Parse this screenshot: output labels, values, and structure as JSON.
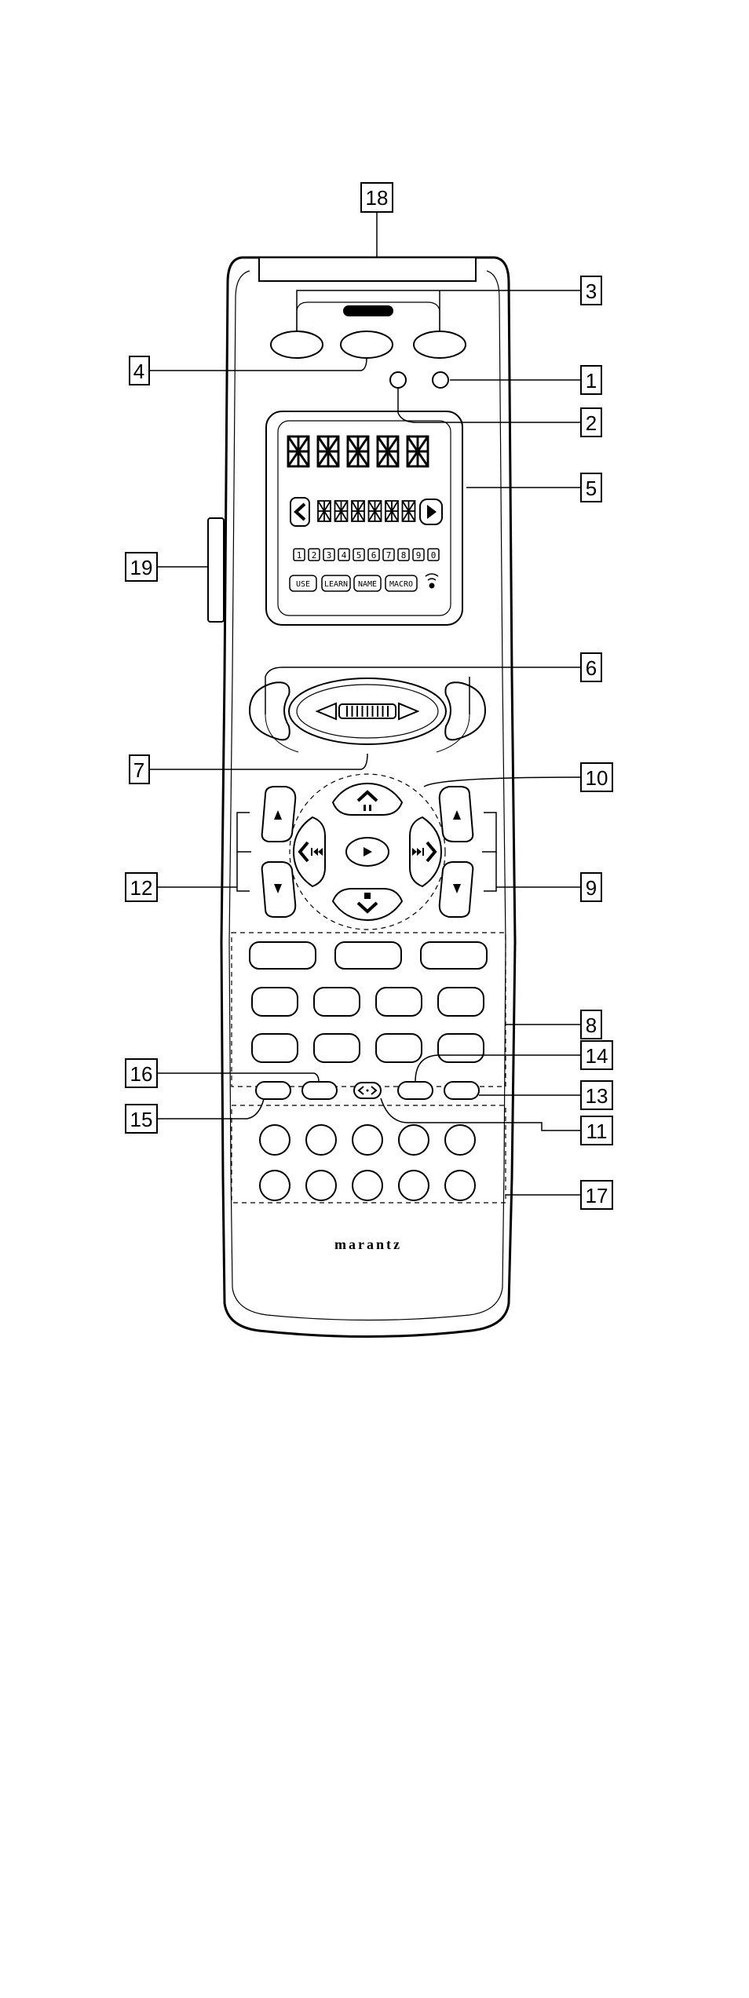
{
  "callouts": {
    "c1": "1",
    "c2": "2",
    "c3": "3",
    "c4": "4",
    "c5": "5",
    "c6": "6",
    "c7": "7",
    "c8": "8",
    "c9": "9",
    "c10": "10",
    "c11": "11",
    "c12": "12",
    "c13": "13",
    "c14": "14",
    "c15": "15",
    "c16": "16",
    "c17": "17",
    "c18": "18",
    "c19": "19"
  },
  "lcd": {
    "mode_buttons": [
      "USE",
      "LEARN",
      "NAME",
      "MACRO"
    ],
    "page_numbers": [
      "1",
      "2",
      "3",
      "4",
      "5",
      "6",
      "7",
      "8",
      "9",
      "0"
    ]
  },
  "brand": "marantz",
  "icons": {
    "pause": "pause-icon",
    "play": "play-icon",
    "stop": "stop-icon",
    "skip_back": "skip-back-icon",
    "skip_forward": "skip-forward-icon",
    "up_arrow": "up-arrow-icon",
    "down_arrow": "down-arrow-icon",
    "transmit": "transmit-icon"
  }
}
